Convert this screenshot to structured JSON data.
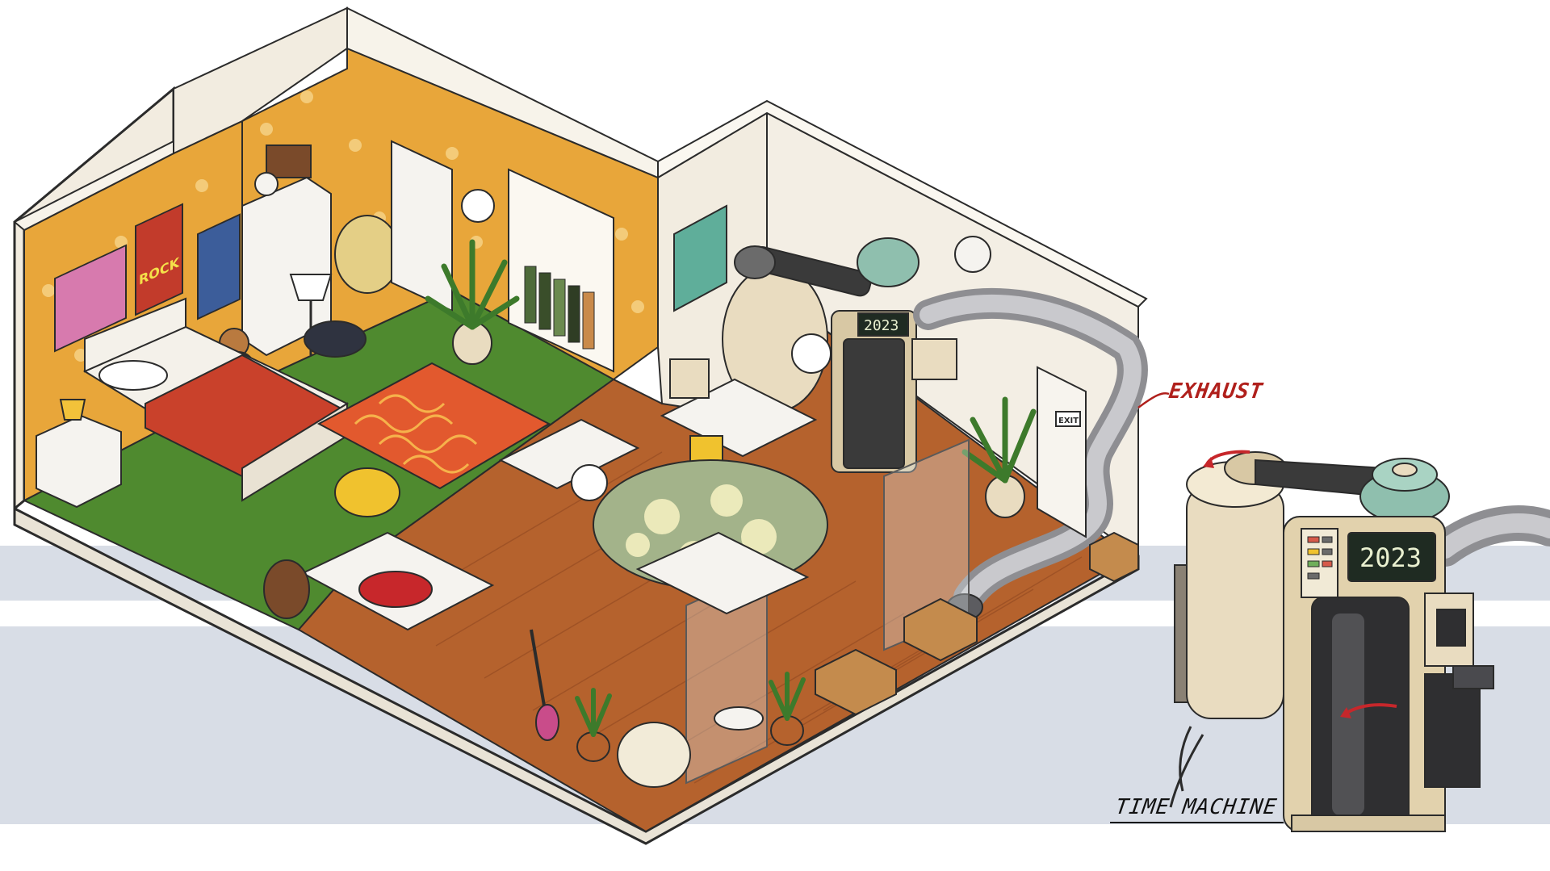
{
  "colors": {
    "background": "#ffffff",
    "band": "#d8dde6",
    "wall_outer": "#f2ece0",
    "wall_edge": "#2b2b2b",
    "wallpaper": "#e8a63a",
    "carpet_green": "#4f8a2f",
    "rug_orange": "#e2592e",
    "parquet": "#b5622d",
    "bedspread": "#c9412b",
    "machine_cream": "#e9dcc0",
    "machine_teal": "#8fbfae",
    "display_bg": "#1f2b22",
    "annotation_red": "#b0201c",
    "pipe": "#a9a9ad"
  },
  "labels": {
    "exhaust": "EXHAUST",
    "time_machine": "TIME MACHINE",
    "display_year": "2023",
    "exit_sign": "EXIT",
    "poster_rock": "ROCK"
  },
  "icons": {
    "plant": "plant-icon",
    "lamp": "lamp-icon",
    "guitar": "guitar-icon",
    "ball": "ball-icon"
  }
}
